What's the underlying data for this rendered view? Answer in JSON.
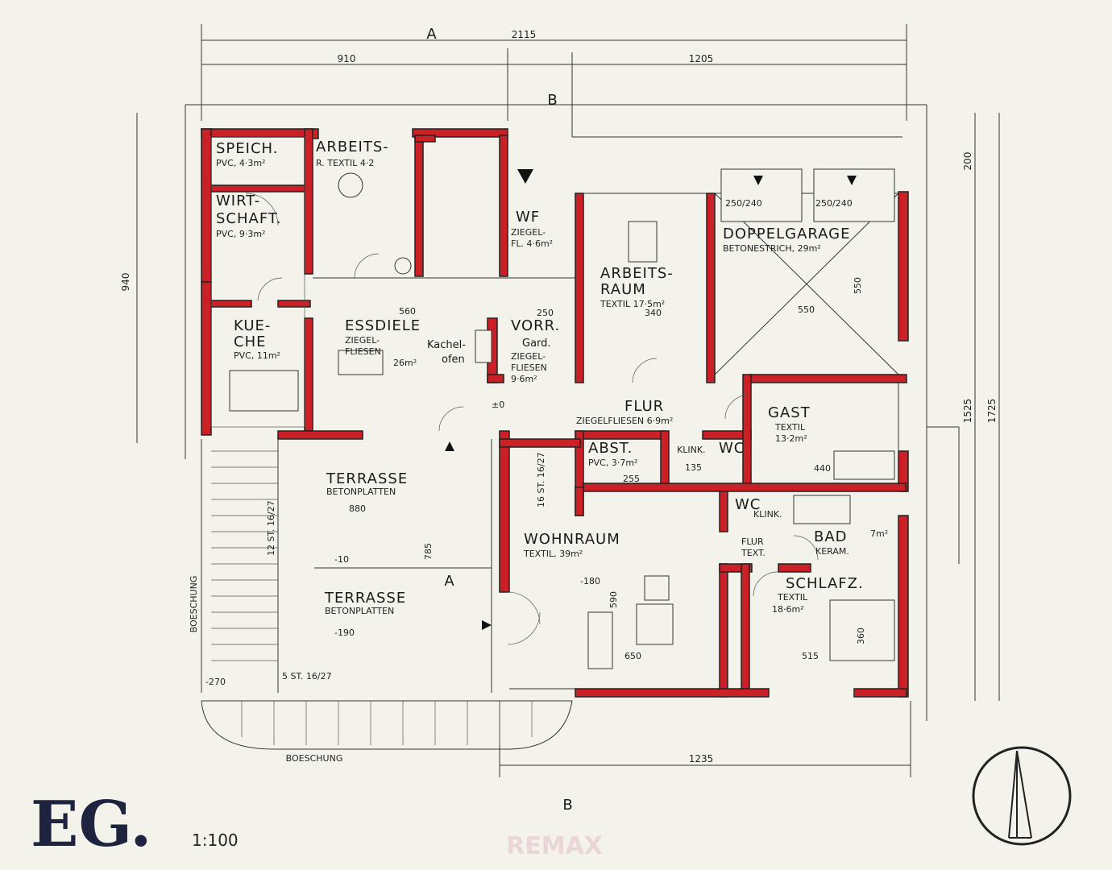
{
  "title": "EG.",
  "scale": "1:100",
  "watermark": "REMAX",
  "section_marks": {
    "a_top": "A",
    "a_mid": "A",
    "b_top": "B",
    "b_bottom": "B"
  },
  "dimensions": {
    "total_width": "2115",
    "left_width": "910",
    "right_width": "1205",
    "bottom_width": "1235",
    "height_left": "940",
    "height_right_1": "1525",
    "height_right_2": "1725",
    "top_right": "200",
    "terrace_width": "880",
    "terrace_height": "785",
    "essdiele_width": "560",
    "garage_width": "550",
    "garage_depth": "550",
    "wohnraum_width": "650",
    "wohnraum_depth": "590",
    "schlafz_width": "515",
    "schlafz_depth": "360",
    "arbeitsraum_width": "340",
    "gast_width": "440",
    "vorr_width": "250",
    "abst_width": "255",
    "wc_width": "135"
  },
  "rooms": [
    {
      "name": "SPEICH.",
      "sub": "PVC, 4·3m²"
    },
    {
      "name": "ARBEITS-",
      "sub": "R. TEXTIL 4·2"
    },
    {
      "name": "WIRT-",
      "name2": "SCHAFT.",
      "sub": "PVC, 9·3m²"
    },
    {
      "name": "WF",
      "sub": "ZIEGEL-",
      "sub2": "FL. 4·6m²"
    },
    {
      "name": "KUE-",
      "name2": "CHE",
      "sub": "PVC, 11m²"
    },
    {
      "name": "ESSDIELE",
      "sub": "ZIEGEL-",
      "sub2": "FLIESEN",
      "sub3": "26m²"
    },
    {
      "name": "Kachel-",
      "name2": "ofen"
    },
    {
      "name": "VORR.",
      "name2": "Gard.",
      "sub": "ZIEGEL-",
      "sub2": "FLIESEN",
      "sub3": "9·6m²"
    },
    {
      "name": "ARBEITS-",
      "name2": "RAUM",
      "sub": "TEXTIL 17·5m²"
    },
    {
      "name": "DOPPELGARAGE",
      "sub": "BETONESTRICH, 29m²"
    },
    {
      "name": "FLUR",
      "sub": "ZIEGELFLIESEN 6·9m²"
    },
    {
      "name": "GAST",
      "sub": "TEXTIL",
      "sub2": "13·2m²"
    },
    {
      "name": "ABST.",
      "sub": "PVC, 3·7m²"
    },
    {
      "name": "WC",
      "sub": "KLINK."
    },
    {
      "name": "TERRASSE",
      "sub": "BETONPLATTEN"
    },
    {
      "name": "TERRASSE",
      "sub": "BETONPLATTEN"
    },
    {
      "name": "WOHNRAUM",
      "sub": "TEXTIL, 39m²"
    },
    {
      "name": "WC",
      "sub": "KLINK."
    },
    {
      "name": "FLUR",
      "sub": "TEXT."
    },
    {
      "name": "BAD",
      "sub": "KERAM.",
      "area": "7m²"
    },
    {
      "name": "SCHLAFZ.",
      "sub": "TEXTIL",
      "sub2": "18·6m²"
    }
  ],
  "garage_doors": [
    "250/240",
    "250/240"
  ],
  "levels": {
    "essdiele": "±0",
    "terrace_1": "-10",
    "terrace_2": "-190",
    "wohnraum": "-180",
    "outside": "-270"
  },
  "stairs": {
    "main": "16 ST. 16/27",
    "terrace": "12 ST. 16/27",
    "outside": "5 ST. 16/27"
  },
  "labels": {
    "boeschung_side": "BOESCHUNG",
    "boeschung_bottom": "BOESCHUNG"
  },
  "colors": {
    "wall": "#cc2027",
    "paper": "#f3f3ec",
    "title": "#1e2340"
  }
}
